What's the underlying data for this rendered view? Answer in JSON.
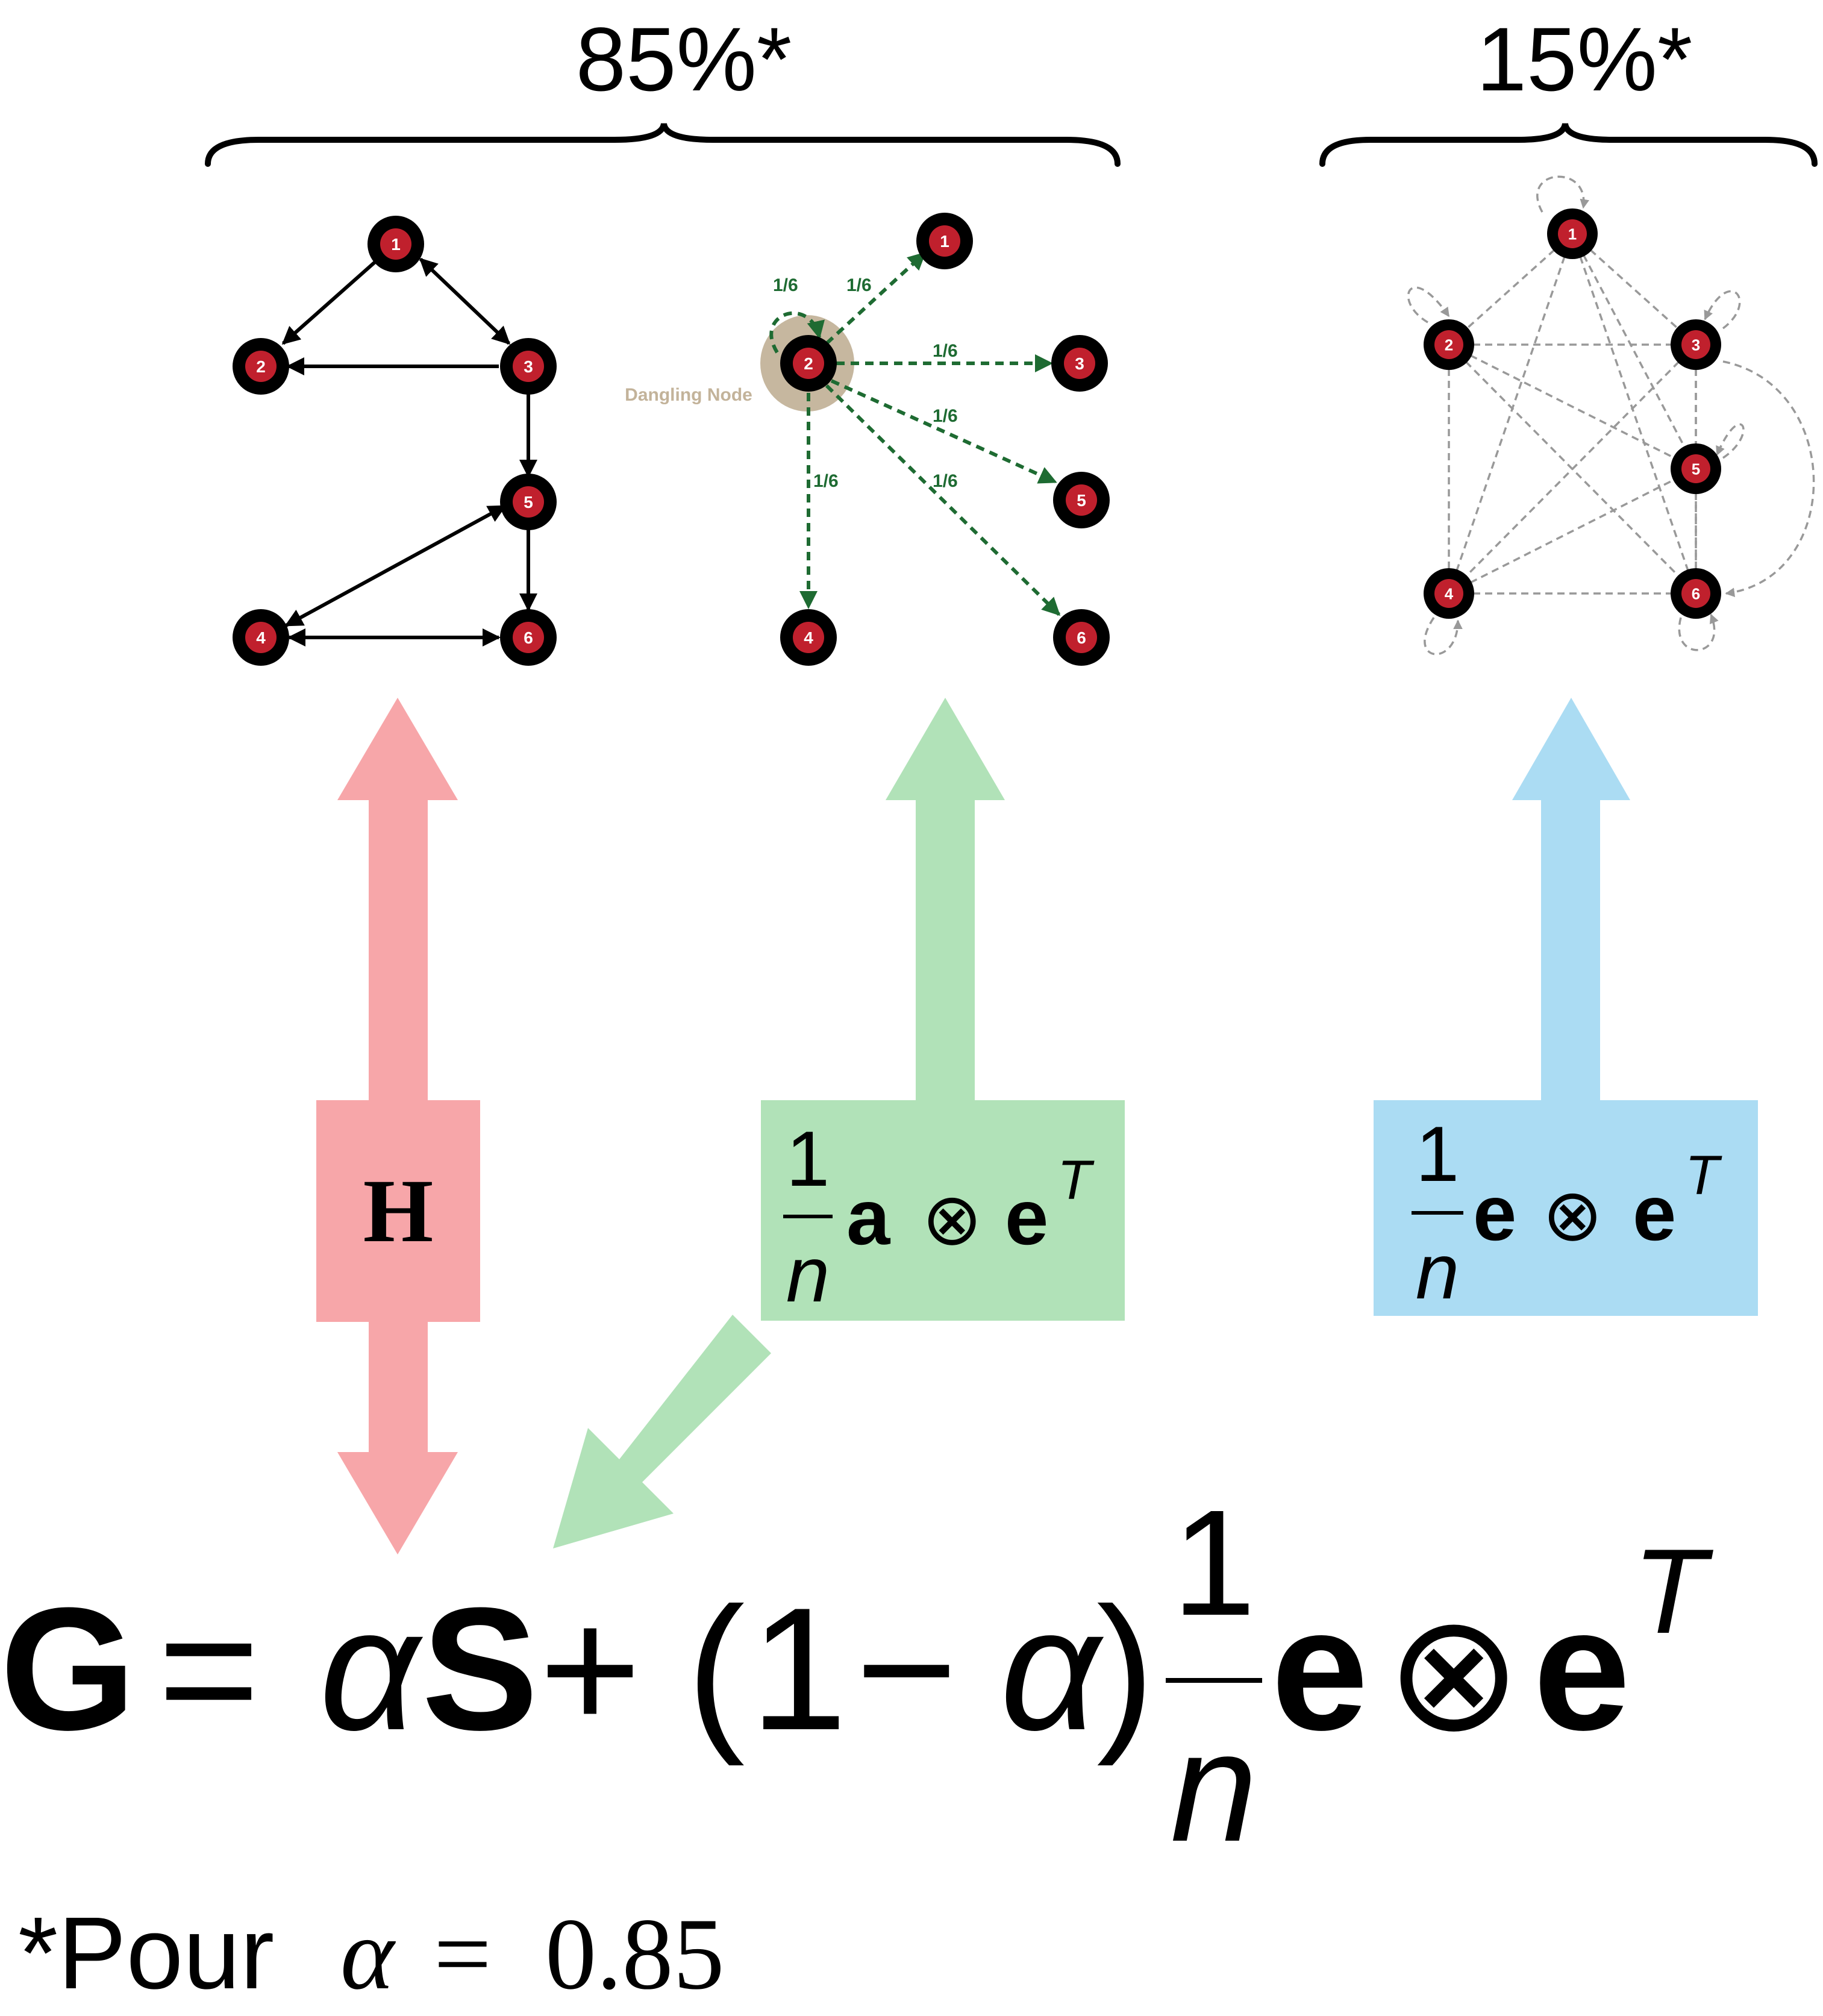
{
  "header": {
    "left_percent": "85%*",
    "right_percent": "15%*"
  },
  "graph_h": {
    "nodes": [
      "1",
      "2",
      "3",
      "4",
      "5",
      "6"
    ],
    "edges": [
      [
        "1",
        "2"
      ],
      [
        "1",
        "3"
      ],
      [
        "3",
        "1"
      ],
      [
        "3",
        "2"
      ],
      [
        "3",
        "5"
      ],
      [
        "5",
        "6"
      ],
      [
        "5",
        "4"
      ],
      [
        "4",
        "5"
      ],
      [
        "4",
        "6"
      ],
      [
        "6",
        "4"
      ]
    ]
  },
  "graph_dangling": {
    "nodes": [
      "1",
      "2",
      "3",
      "4",
      "5",
      "6"
    ],
    "dangling_label": "Dangling Node",
    "weight_label": "1/6",
    "color": "#1e6b32",
    "halo_color": "#c3b39a"
  },
  "graph_teleport": {
    "nodes": [
      "1",
      "2",
      "3",
      "4",
      "5",
      "6"
    ],
    "color": "#999999"
  },
  "node_style": {
    "outer": "#000000",
    "inner": "#c0202d",
    "text": "#ffffff"
  },
  "boxes": {
    "h": {
      "label": "H",
      "color": "#f7a6a9"
    },
    "dangling_term": {
      "frac_num": "1",
      "frac_den": "n",
      "body": "a",
      "otimes": "⊗",
      "e": "e",
      "sup": "T",
      "color": "#b1e2b8"
    },
    "teleport_term": {
      "frac_num": "1",
      "frac_den": "n",
      "body": "e",
      "otimes": "⊗",
      "e": "e",
      "sup": "T",
      "color": "#abdcf3"
    }
  },
  "formula": {
    "G": "G",
    "eq": "=",
    "alpha": "α",
    "S": "S",
    "plus": "+",
    "lparen": "(",
    "one": "1",
    "minus": "−",
    "alpha2": "α",
    "rparen": ")",
    "frac_num": "1",
    "frac_den": "n",
    "e1": "e",
    "otimes": "⊗",
    "e2": "e",
    "sup": "T"
  },
  "footnote": {
    "prefix": "*Pour",
    "alpha": "α",
    "eq": "=",
    "value": "0.85"
  }
}
